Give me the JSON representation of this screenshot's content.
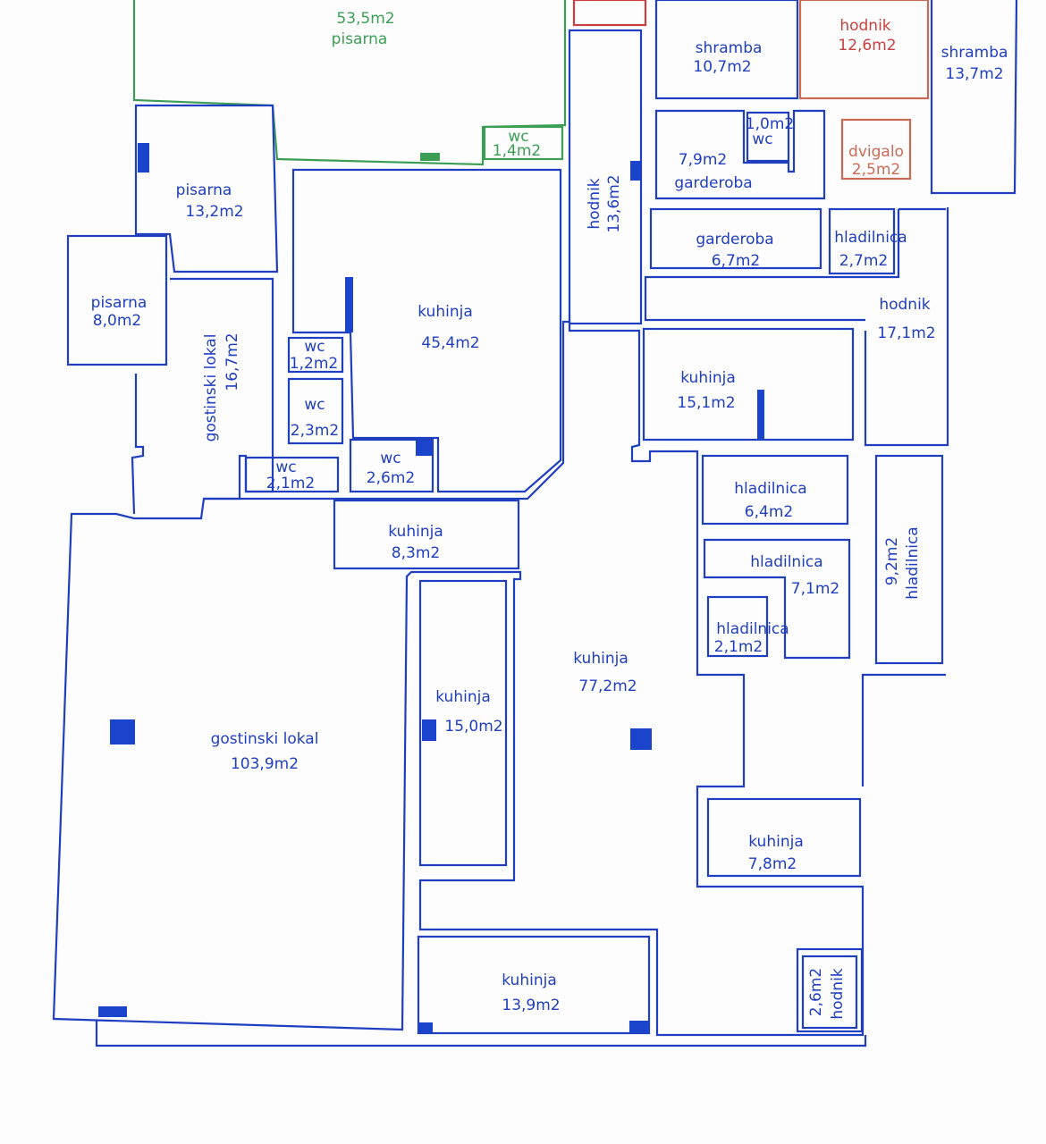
{
  "colors": {
    "blue": "#1f3fc0",
    "green": "#3c9e55",
    "red": "#c84040",
    "orange": "#c96a55"
  },
  "rooms": {
    "r01": {
      "name": "pisarna",
      "area": "53,5m2"
    },
    "r02": {
      "name": "wc",
      "area": "1,4m2"
    },
    "r03": {
      "name": "pisarna",
      "area": "13,2m2"
    },
    "r04": {
      "name": "pisarna",
      "area": "8,0m2"
    },
    "r05": {
      "name": "gostinski lokal",
      "area": "16,7m2"
    },
    "r06": {
      "name": "kuhinja",
      "area": "45,4m2"
    },
    "r07": {
      "name": "wc",
      "area": "1,2m2"
    },
    "r08": {
      "name": "wc",
      "area": "2,3m2"
    },
    "r09": {
      "name": "wc",
      "area": "2,1m2"
    },
    "r10": {
      "name": "wc",
      "area": "2,6m2"
    },
    "r11": {
      "name": "hodnik",
      "area": "13,6m2"
    },
    "r12": {
      "name": "shramba",
      "area": "10,7m2"
    },
    "r13": {
      "name": "hodnik",
      "area": "12,6m2"
    },
    "r14": {
      "name": "shramba",
      "area": "13,7m2"
    },
    "r15": {
      "name": "wc",
      "area": "1,0m2"
    },
    "r16": {
      "name": "garderoba",
      "area": "7,9m2"
    },
    "r17": {
      "name": "dvigalo",
      "area": "2,5m2"
    },
    "r18": {
      "name": "garderoba",
      "area": "6,7m2"
    },
    "r19": {
      "name": "hladilnica",
      "area": "2,7m2"
    },
    "r20": {
      "name": "hodnik",
      "area": "17,1m2"
    },
    "r21": {
      "name": "kuhinja",
      "area": "15,1m2"
    },
    "r22": {
      "name": "hladilnica",
      "area": "6,4m2"
    },
    "r23": {
      "name": "hladilnica",
      "area": "7,1m2"
    },
    "r24": {
      "name": "hladilnica",
      "area": "2,1m2"
    },
    "r25": {
      "name": "hladilnica",
      "area": "9,2m2"
    },
    "r26": {
      "name": "kuhinja",
      "area": "8,3m2"
    },
    "r27": {
      "name": "gostinski lokal",
      "area": "103,9m2"
    },
    "r28": {
      "name": "kuhinja",
      "area": "15,0m2"
    },
    "r29": {
      "name": "kuhinja",
      "area": "77,2m2"
    },
    "r30": {
      "name": "kuhinja",
      "area": "7,8m2"
    },
    "r31": {
      "name": "kuhinja",
      "area": "13,9m2"
    },
    "r32": {
      "name": "hodnik",
      "area": "2,6m2"
    }
  }
}
